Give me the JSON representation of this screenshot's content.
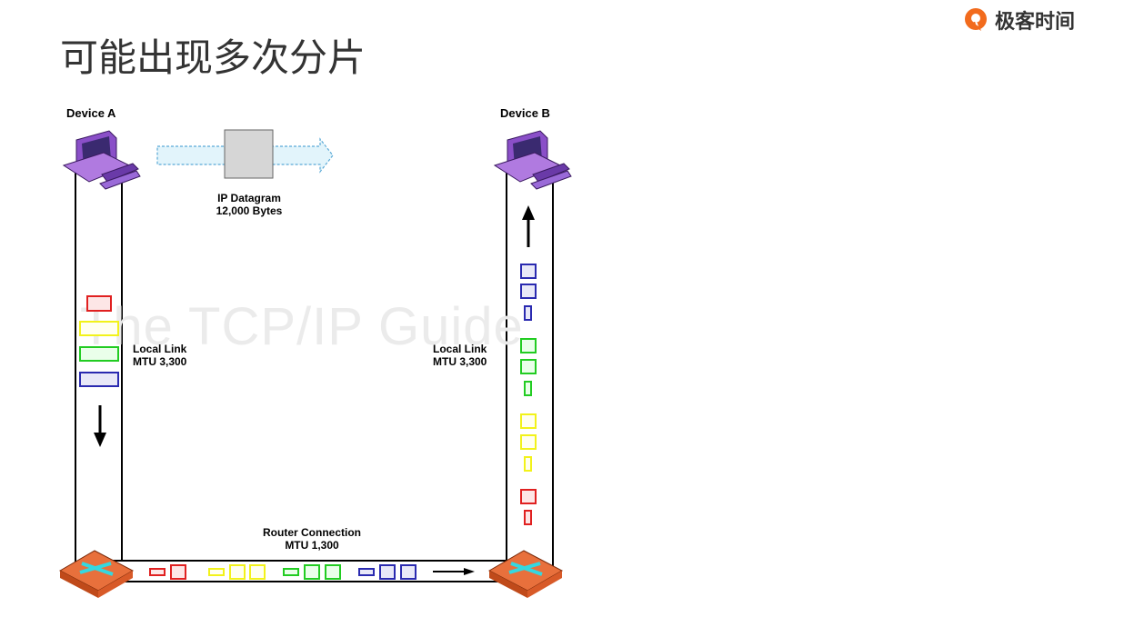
{
  "slide": {
    "title": "可能出现多次分片",
    "logo_text": "极客时间",
    "brand_color": "#f26b1d"
  },
  "diagram": {
    "device_a": "Device A",
    "device_b": "Device B",
    "datagram_label_line1": "IP Datagram",
    "datagram_label_line2": "12,000 Bytes",
    "local_link_left_line1": "Local Link",
    "local_link_left_line2": "MTU 3,300",
    "local_link_right_line1": "Local Link",
    "local_link_right_line2": "MTU 3,300",
    "router_line1": "Router Connection",
    "router_line2": "MTU 1,300",
    "watermark": "The TCP/IP Guide",
    "colors": {
      "red": "#e02020",
      "yellow": "#f2f21a",
      "green": "#22cc22",
      "blue": "#2a2ab0",
      "router": "#e8703c",
      "computer": "#8a4fc8"
    }
  }
}
